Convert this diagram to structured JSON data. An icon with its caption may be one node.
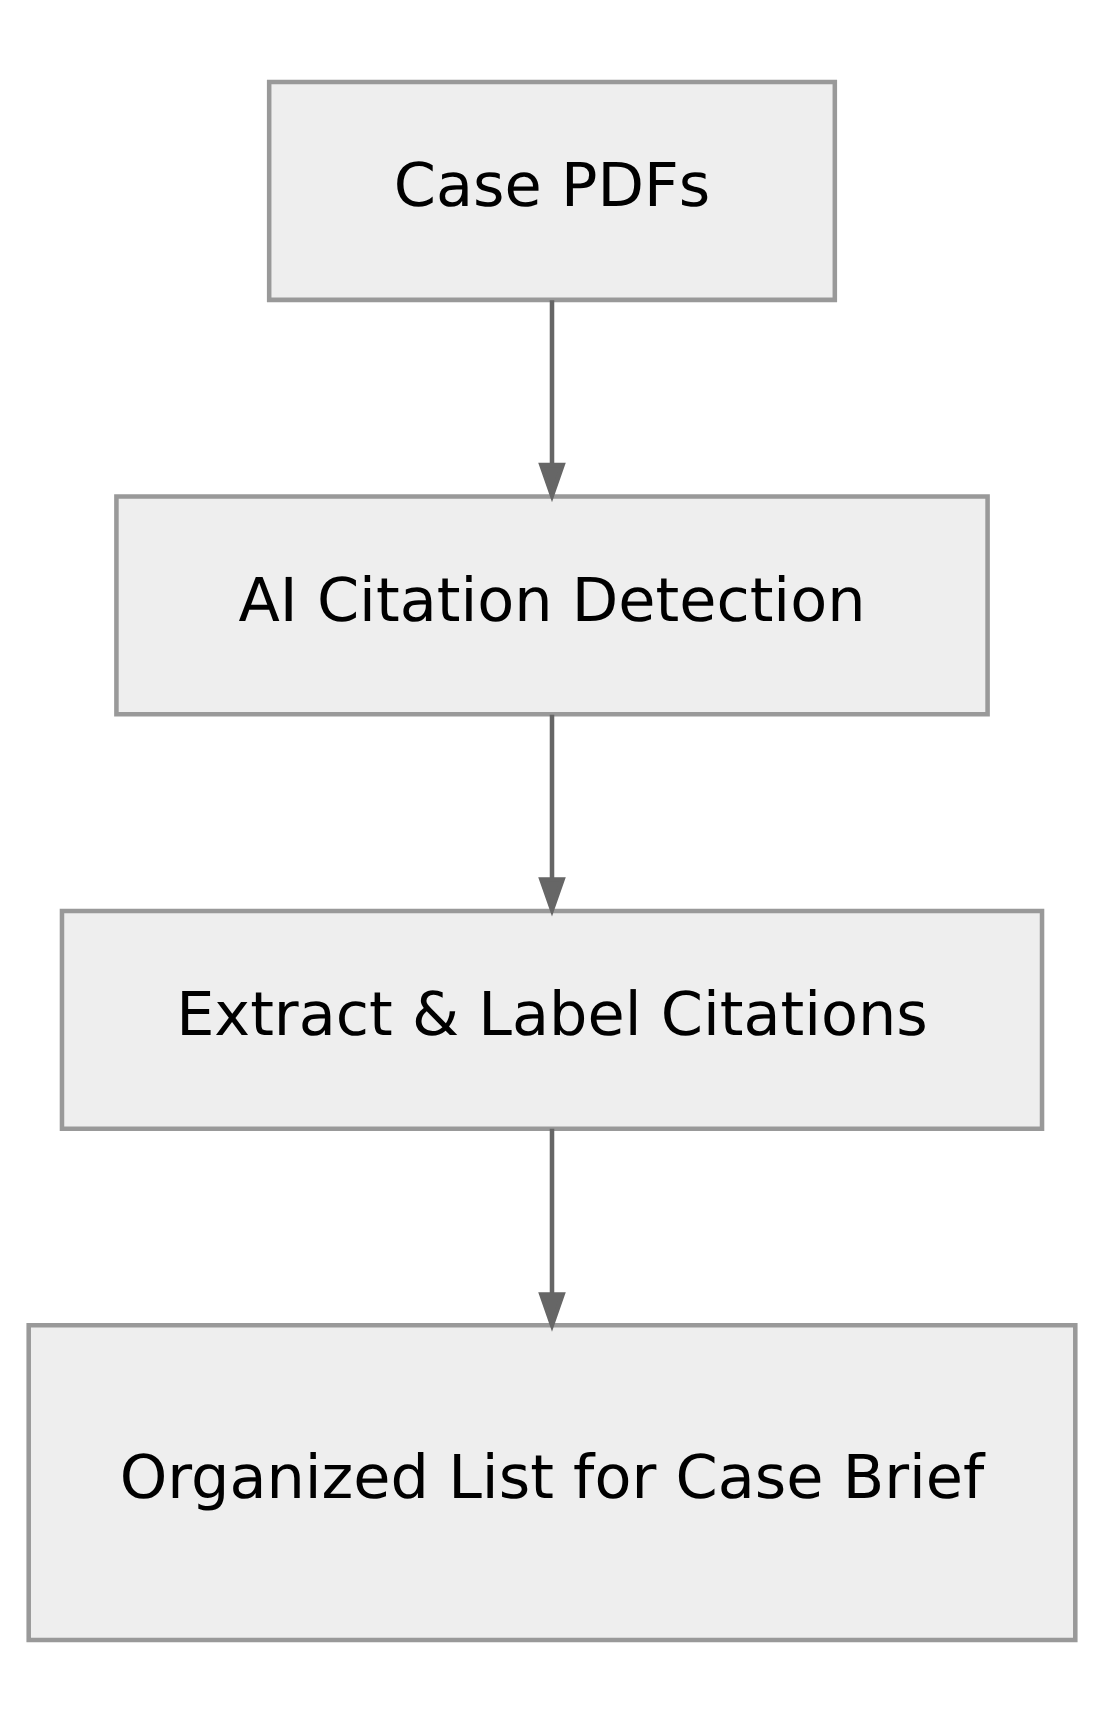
{
  "diagram": {
    "nodes": [
      {
        "text": [
          "Case PDFs"
        ]
      },
      {
        "text": [
          "AI Citation Detection"
        ]
      },
      {
        "text": [
          "Extract & Label Citations"
        ]
      },
      {
        "text": [
          "Organized List for Case Brief"
        ]
      }
    ],
    "edges": [
      {
        "from": 0,
        "to": 1,
        "arrow": "to"
      },
      {
        "from": 1,
        "to": 2,
        "arrow": "to"
      },
      {
        "from": 2,
        "to": 3,
        "arrow": "to"
      }
    ]
  }
}
